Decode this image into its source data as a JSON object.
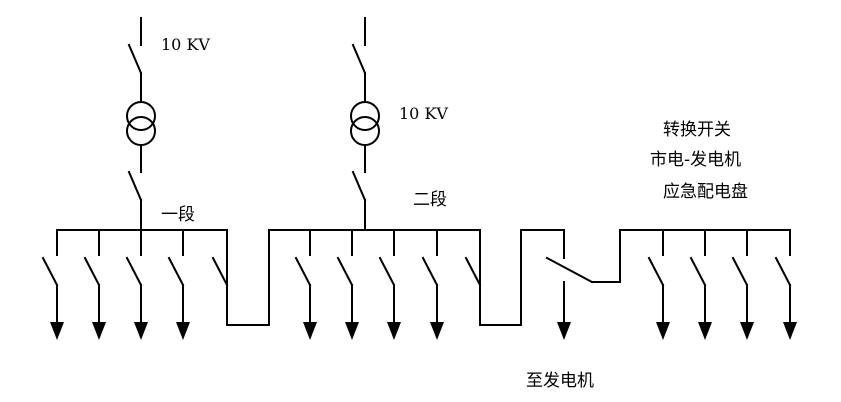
{
  "labels": {
    "transformer_1_voltage": "10 KV",
    "transformer_2_voltage": "10 KV",
    "section_1": "一段",
    "section_2": "二段",
    "transfer_panel_line1": "转换开关",
    "transfer_panel_line2": "市电-发电机",
    "transfer_panel_line3": "应急配电盘",
    "to_generator": "至发电机"
  }
}
